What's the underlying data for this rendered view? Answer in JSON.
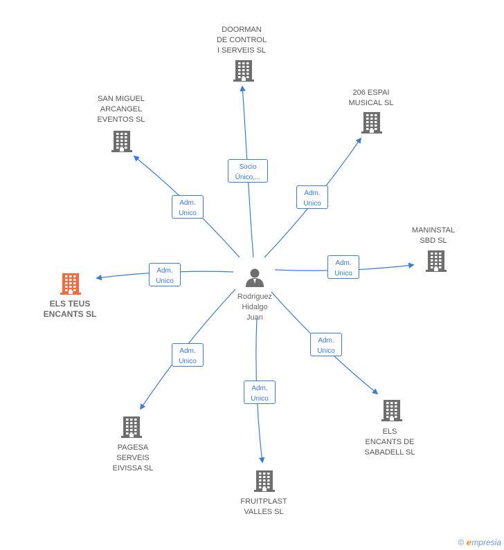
{
  "center": {
    "label": "Rodriguez\nHidalgo\nJuan",
    "icon": "person-icon"
  },
  "companies": [
    {
      "id": "doorman",
      "label": "DOORMAN\nDE CONTROL\nI SERVEIS SL",
      "role": "Socio\nÚnico,...",
      "icon": "building-icon"
    },
    {
      "id": "206espai",
      "label": "206 ESPAI\nMUSICAL SL",
      "role": "Adm.\nUnico",
      "icon": "building-icon"
    },
    {
      "id": "maninstal",
      "label": "MANINSTAL\nSBD SL",
      "role": "Adm.\nUnico",
      "icon": "building-icon"
    },
    {
      "id": "elsencants",
      "label": "ELS\nENCANTS DE\nSABADELL SL",
      "role": "Adm.\nUnico",
      "icon": "building-icon"
    },
    {
      "id": "fruitplast",
      "label": "FRUITPLAST\nVALLES SL",
      "role": "Adm.\nUnico",
      "icon": "building-icon"
    },
    {
      "id": "pagesa",
      "label": "PAGESA\nSERVEIS\nEIVISSA SL",
      "role": "Adm.\nUnico",
      "icon": "building-icon"
    },
    {
      "id": "elsteus",
      "label": "ELS TEUS\nENCANTS SL",
      "role": "Adm.\nUnico",
      "icon": "building-icon",
      "highlight": true
    },
    {
      "id": "sanmiguel",
      "label": "SAN MIGUEL\nARCANGEL\nEVENTOS SL",
      "role": "Adm.\nUnico",
      "icon": "building-icon"
    }
  ],
  "colors": {
    "edge": "#3a7bd5",
    "building": "#6e6e6e",
    "highlight": "#f26a3d",
    "person": "#6e6e6e"
  },
  "footer": {
    "copyright": "©",
    "brand_e": "e",
    "brand_rest": "mpresia"
  }
}
